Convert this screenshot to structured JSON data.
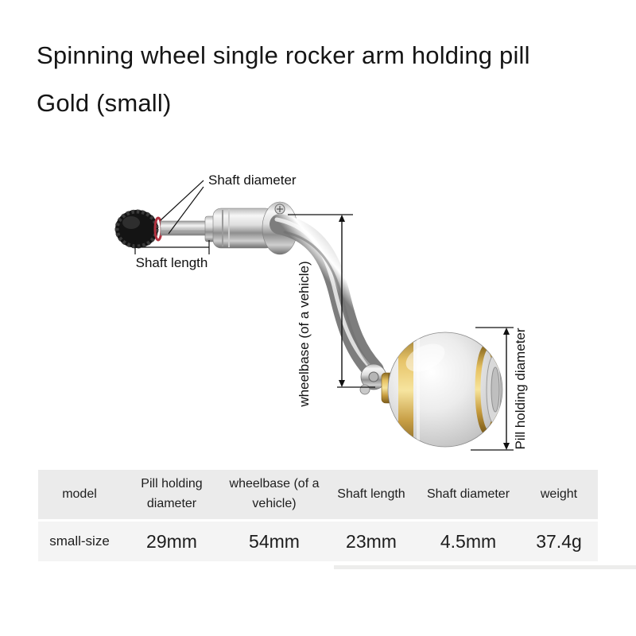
{
  "title": {
    "line1": "Spinning wheel single rocker arm holding pill",
    "line2": "Gold (small)"
  },
  "annotations": {
    "shaft_diameter": "Shaft diameter",
    "shaft_length": "Shaft length",
    "wheelbase": "wheelbase (of a vehicle)",
    "pill_diameter": "Pill holding diameter"
  },
  "spec_table": {
    "headers": [
      "model",
      "Pill holding diameter",
      "wheelbase (of a vehicle)",
      "Shaft length",
      "Shaft diameter",
      "weight"
    ],
    "row": [
      "small-size",
      "29mm",
      "54mm",
      "23mm",
      "4.5mm",
      "37.4g"
    ]
  },
  "colors": {
    "gold_accent": "#d1a43e",
    "knob_black": "#141414",
    "knob_red_ring": "#b23240",
    "annotation_line": "#111111",
    "table_header_bg": "#ebebeb",
    "table_row_bg": "#f4f4f4",
    "background": "#ffffff"
  }
}
